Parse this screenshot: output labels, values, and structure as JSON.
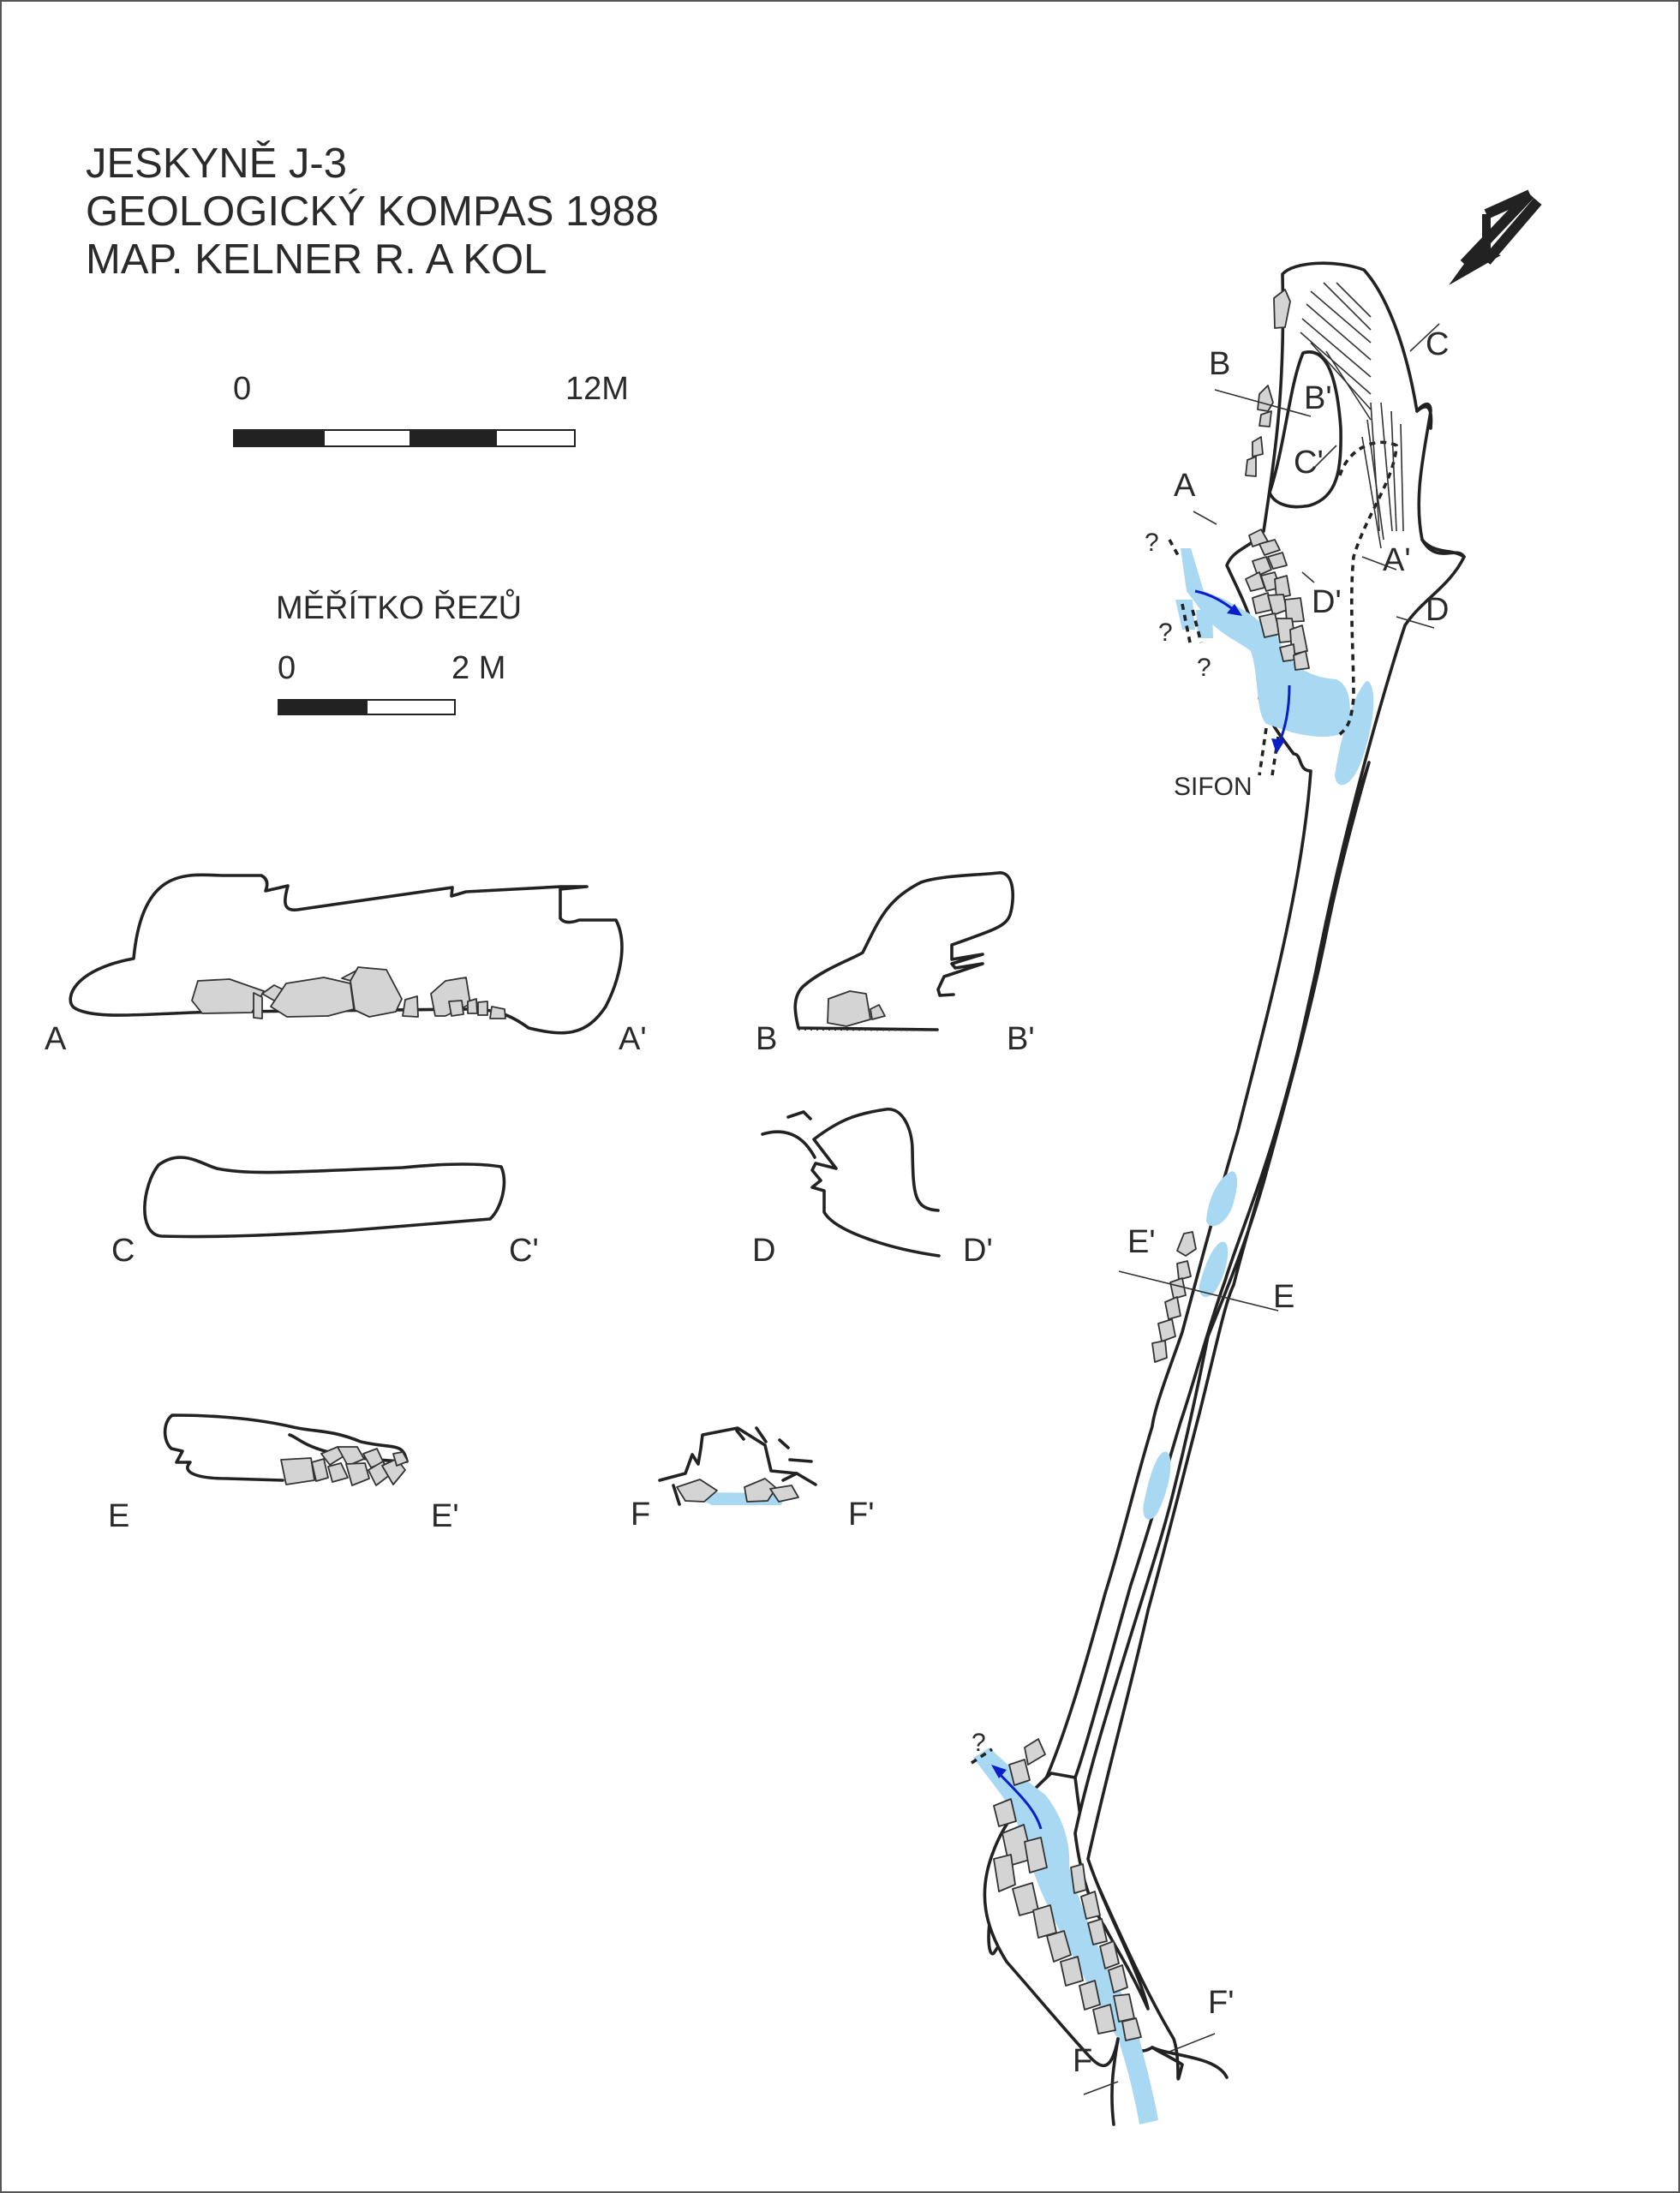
{
  "title_lines": [
    "JESKYNĚ J-3",
    "GEOLOGICKÝ KOMPAS 1988",
    "MAP. KELNER R. A KOL"
  ],
  "plan_scale": {
    "start": "0",
    "end": "12M"
  },
  "section_scale": {
    "title": "MĚŘÍTKO ŘEZŮ",
    "start": "0",
    "end": "2 M"
  },
  "siphon_label": "SIFON",
  "unknown_mark": "?",
  "sections": [
    {
      "left": "A",
      "right": "A'"
    },
    {
      "left": "B",
      "right": "B'"
    },
    {
      "left": "C",
      "right": "C'"
    },
    {
      "left": "D",
      "right": "D'"
    },
    {
      "left": "E",
      "right": "E'"
    },
    {
      "left": "F",
      "right": "F'"
    }
  ],
  "plan_labels": {
    "a": "A",
    "a_prime": "A'",
    "b": "B",
    "b_prime": "B'",
    "c": "C",
    "c_prime": "C'",
    "d": "D",
    "d_prime": "D'",
    "e": "E",
    "e_prime": "E'",
    "f": "F",
    "f_prime": "F'"
  },
  "colors": {
    "water": "#a9d8f2",
    "rock": "#d4d4d4",
    "flow": "#0a1fc8",
    "outline": "#222222"
  },
  "icons": {
    "north_arrow": "north-arrow-icon"
  }
}
